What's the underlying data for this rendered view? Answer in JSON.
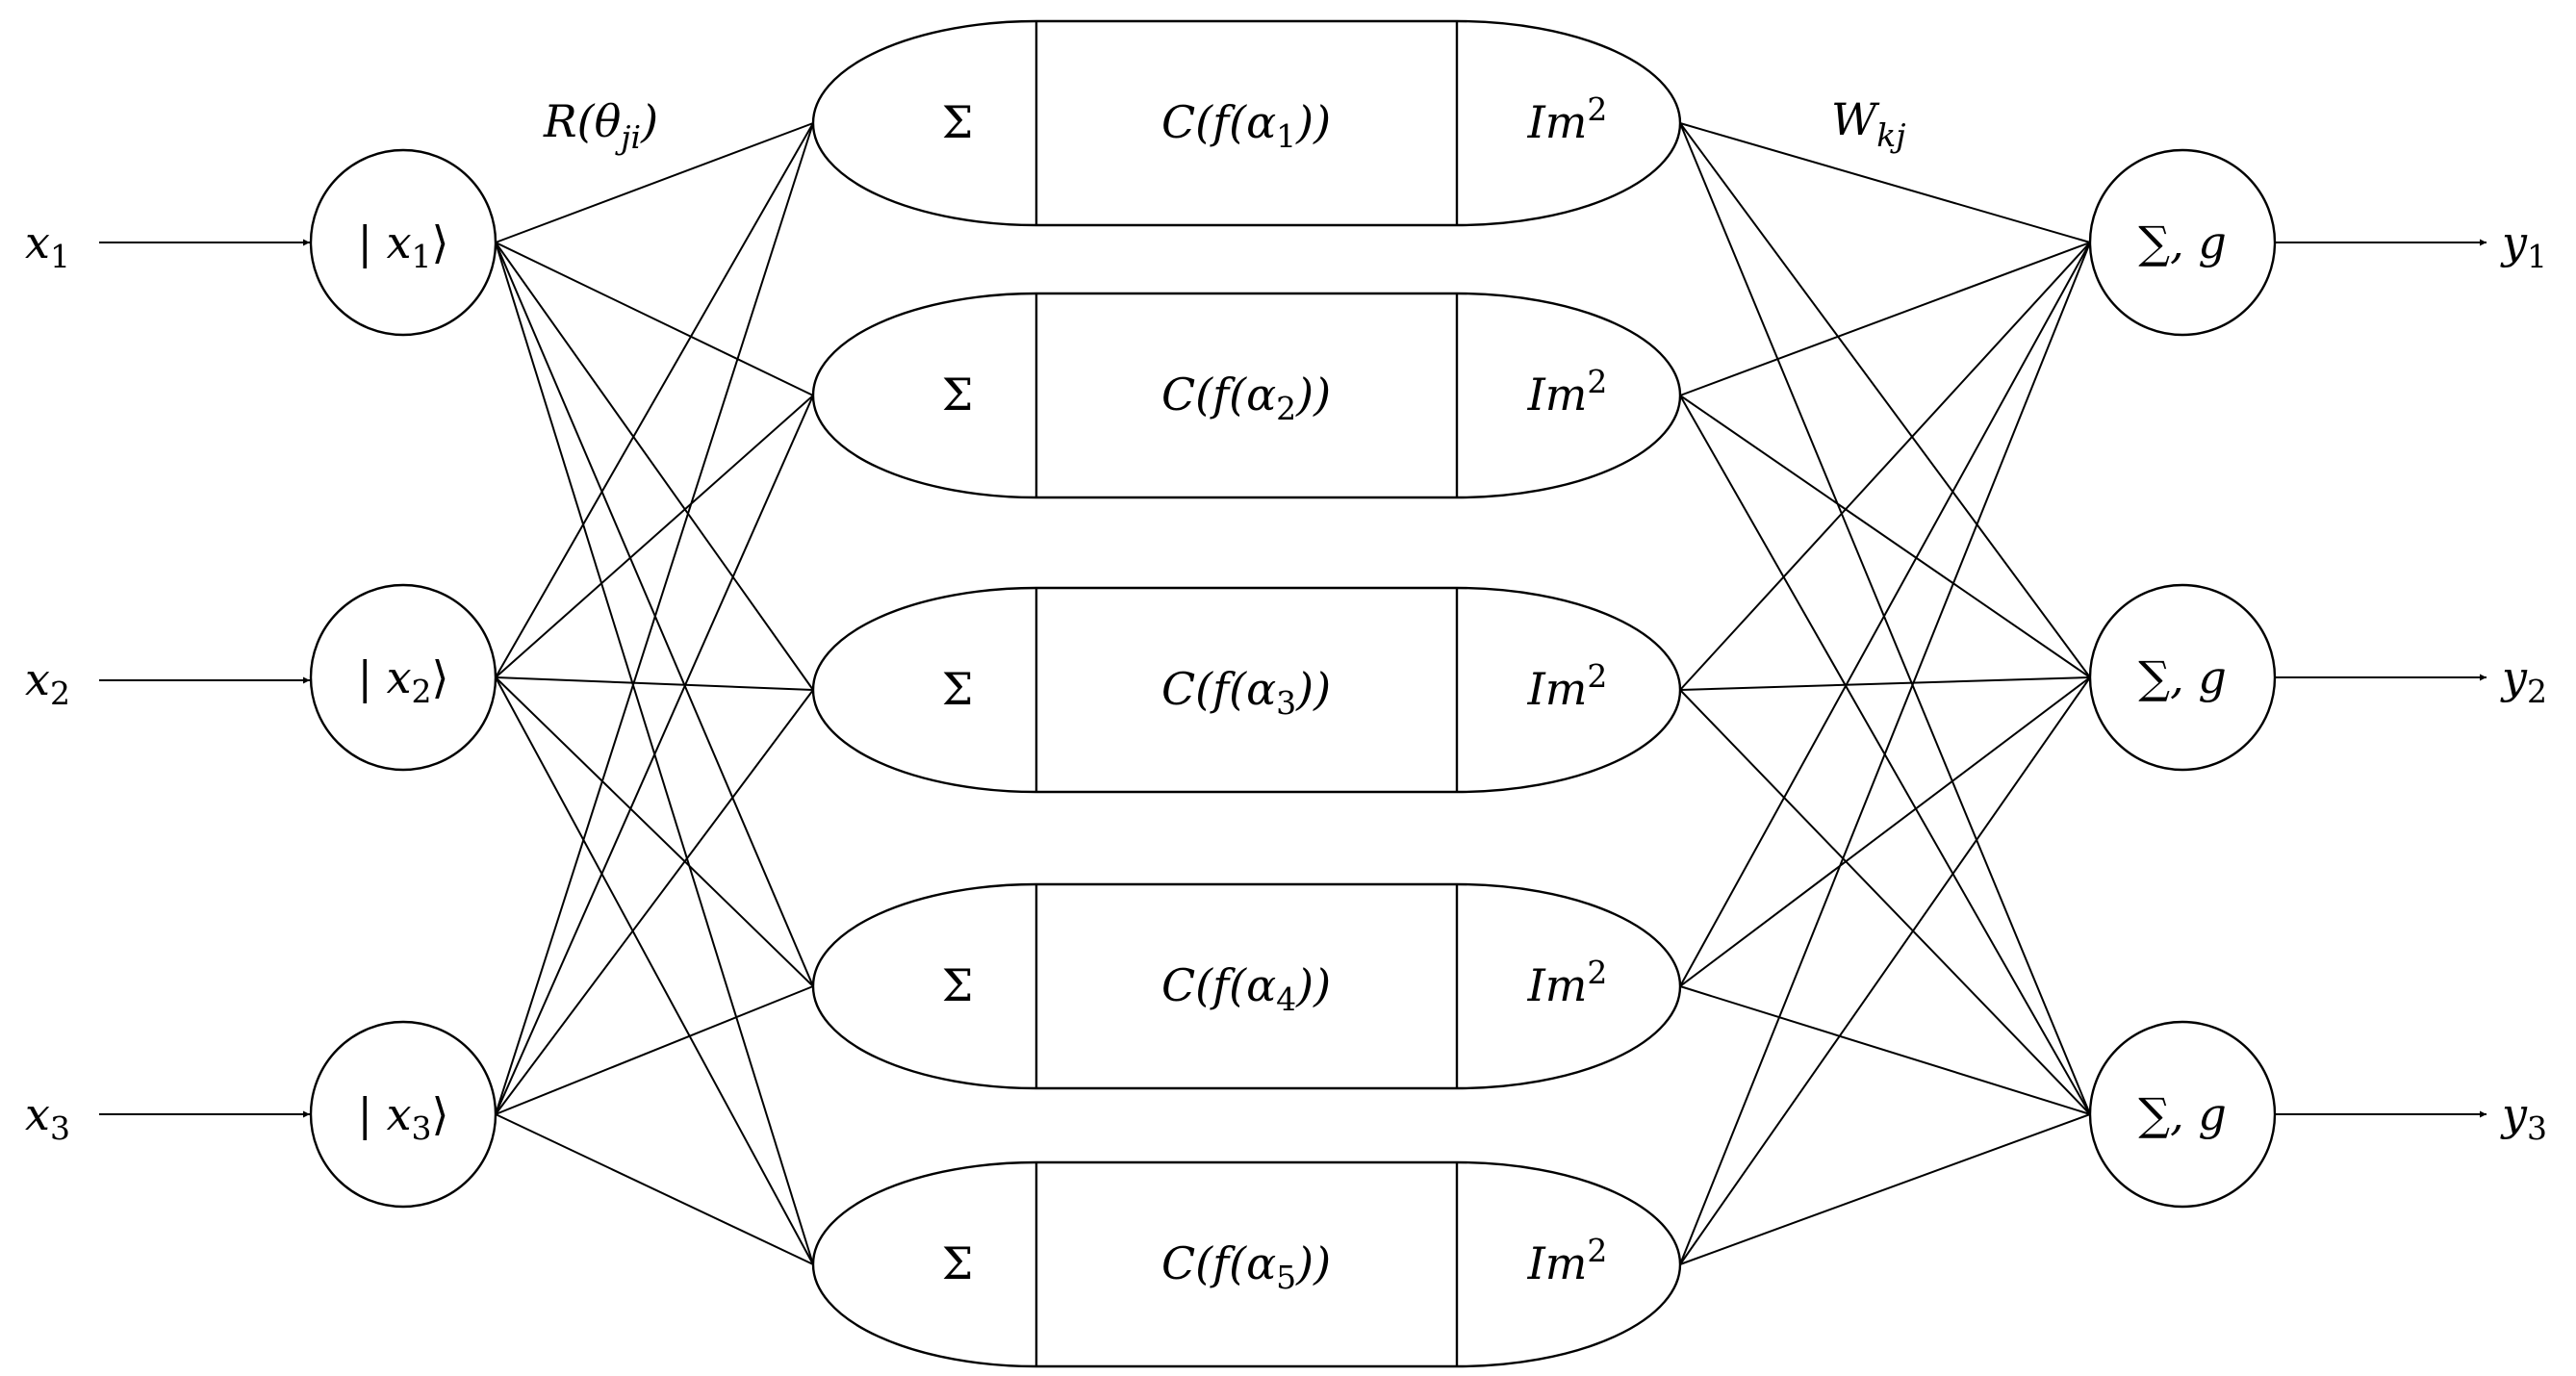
{
  "inputs": [
    {
      "var": "x",
      "sub": "1",
      "ket": "| x",
      "ket_sub": "1",
      "ket_close": "⟩"
    },
    {
      "var": "x",
      "sub": "2",
      "ket": "| x",
      "ket_sub": "2",
      "ket_close": "⟩"
    },
    {
      "var": "x",
      "sub": "3",
      "ket": "| x",
      "ket_sub": "3",
      "ket_close": "⟩"
    }
  ],
  "hidden": [
    {
      "sum": "Σ",
      "func_pre": "C(f(α",
      "func_sub": "1",
      "func_post": "))",
      "out": "Im",
      "out_sup": "2"
    },
    {
      "sum": "Σ",
      "func_pre": "C(f(α",
      "func_sub": "2",
      "func_post": "))",
      "out": "Im",
      "out_sup": "2"
    },
    {
      "sum": "Σ",
      "func_pre": "C(f(α",
      "func_sub": "3",
      "func_post": "))",
      "out": "Im",
      "out_sup": "2"
    },
    {
      "sum": "Σ",
      "func_pre": "C(f(α",
      "func_sub": "4",
      "func_post": "))",
      "out": "Im",
      "out_sup": "2"
    },
    {
      "sum": "Σ",
      "func_pre": "C(f(α",
      "func_sub": "5",
      "func_post": "))",
      "out": "Im",
      "out_sup": "2"
    }
  ],
  "outputs": [
    {
      "node": "∑, g",
      "var": "y",
      "sub": "1"
    },
    {
      "node": "∑, g",
      "var": "y",
      "sub": "2"
    },
    {
      "node": "∑, g",
      "var": "y",
      "sub": "3"
    }
  ],
  "weights": {
    "rotation_pre": "R(θ",
    "rotation_sub": "ji",
    "rotation_post": ")",
    "output_pre": "W",
    "output_sub": "kj"
  }
}
